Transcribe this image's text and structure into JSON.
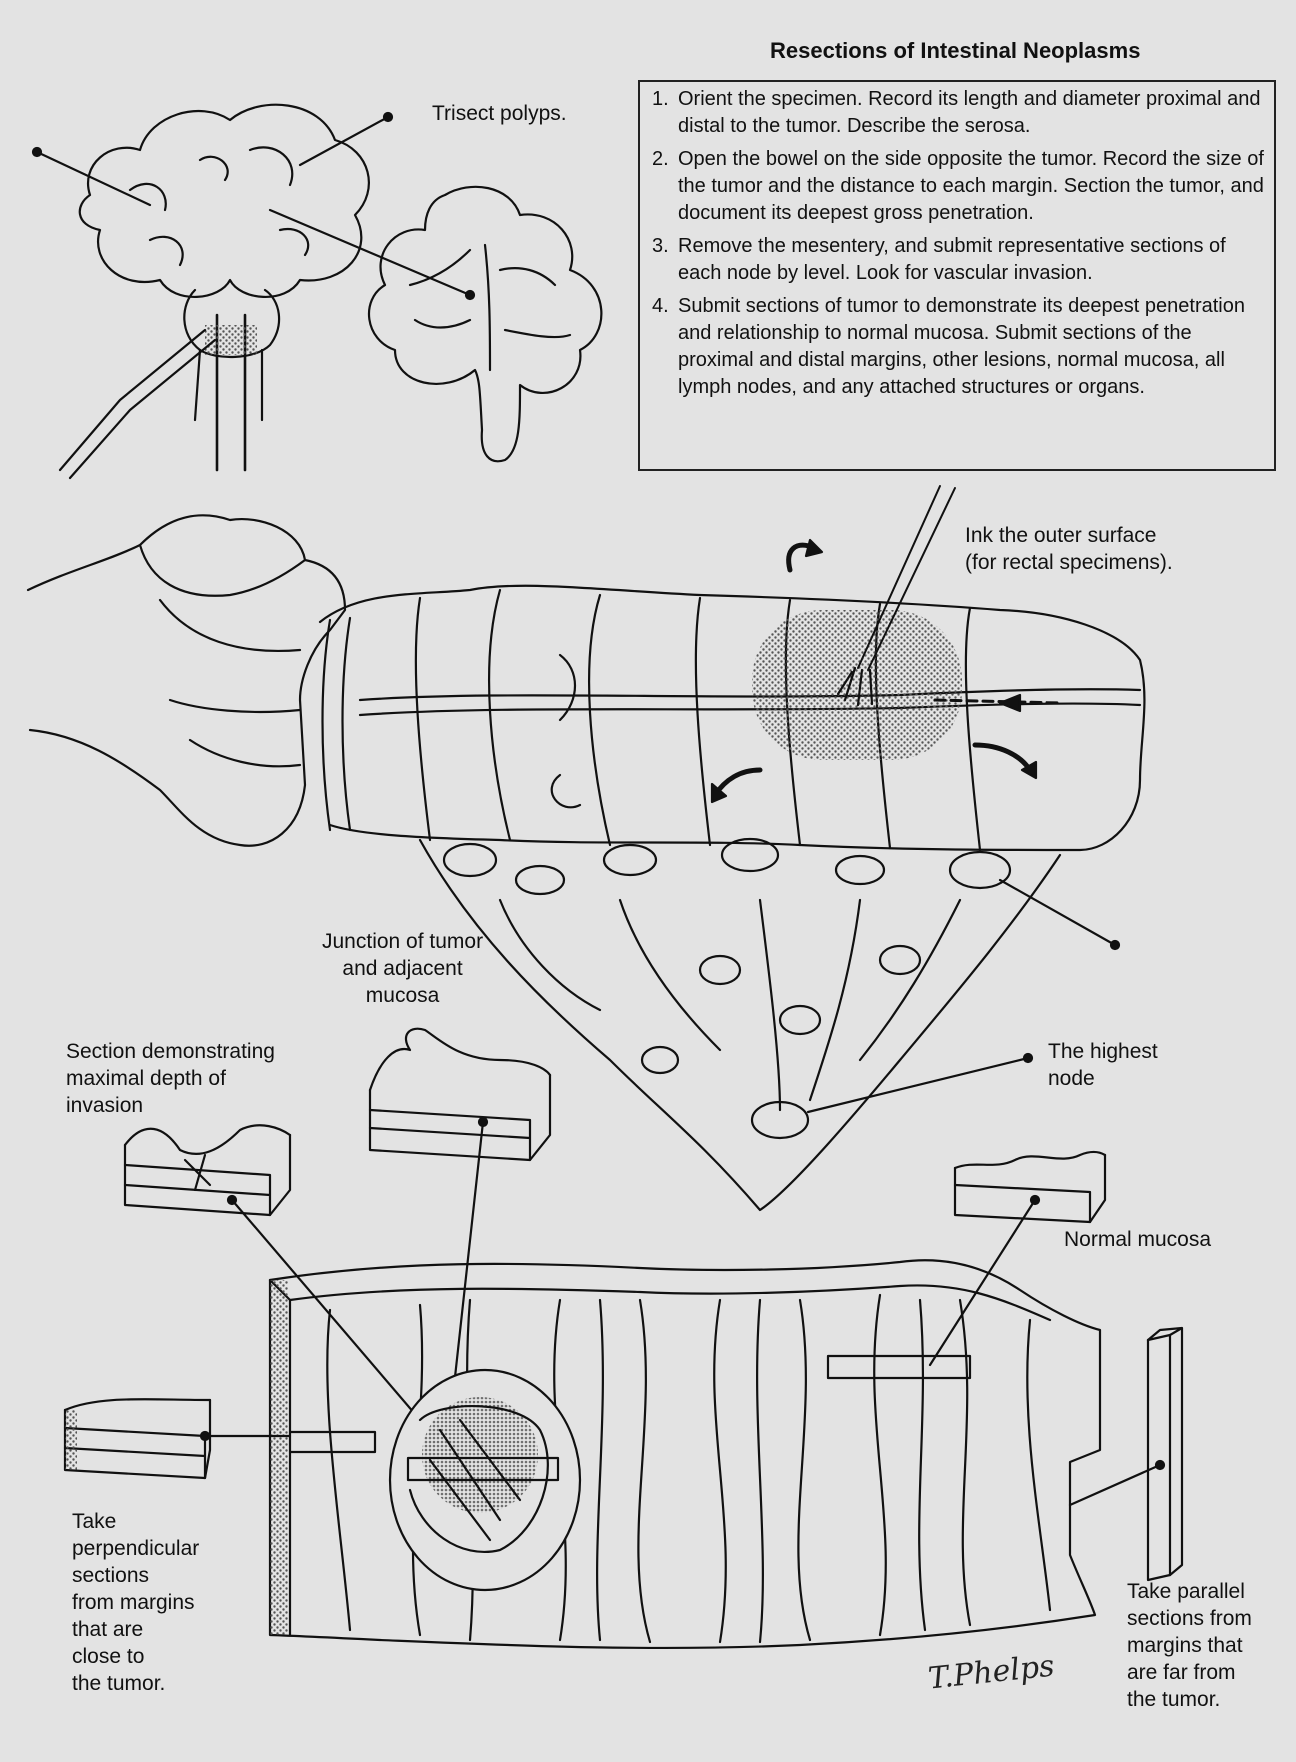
{
  "title": "Resections of Intestinal Neoplasms",
  "steps": [
    {
      "num": "1.",
      "text": "Orient the specimen. Record its length and diameter proximal and distal to the tumor. Describe the serosa."
    },
    {
      "num": "2.",
      "text": "Open the bowel on the side opposite the tumor. Record the size of the tumor and the distance to each margin. Section the tumor, and document its deepest gross penetration."
    },
    {
      "num": "3.",
      "text": "Remove the mesentery, and submit representative sections of each node by level. Look for vascular invasion."
    },
    {
      "num": "4.",
      "text": "Submit sections of tumor to demonstrate its deepest penetration and relationship to normal mucosa. Submit sections of the proximal and distal margins, other lesions, normal mucosa, all lymph nodes, and any attached structures or organs."
    }
  ],
  "labels": {
    "trisect": "Trisect polyps.",
    "ink": [
      "Ink the outer surface",
      "(for rectal specimens)."
    ],
    "junction": [
      "Junction of tumor",
      "and adjacent",
      "mucosa"
    ],
    "section_depth": [
      "Section demonstrating",
      "maximal depth of",
      "invasion"
    ],
    "highest_node": [
      "The highest",
      "node"
    ],
    "normal_mucosa": "Normal mucosa",
    "perpendicular": [
      "Take",
      "perpendicular",
      "sections",
      "from margins",
      "that are",
      "close to",
      "the tumor."
    ],
    "parallel": [
      "Take parallel",
      "sections from",
      "margins that",
      "are far from",
      "the tumor."
    ]
  },
  "signature": "T.Phelps",
  "colors": {
    "background": "#e3e3e3",
    "ink": "#111111",
    "stipple": "#9a9a9a"
  }
}
